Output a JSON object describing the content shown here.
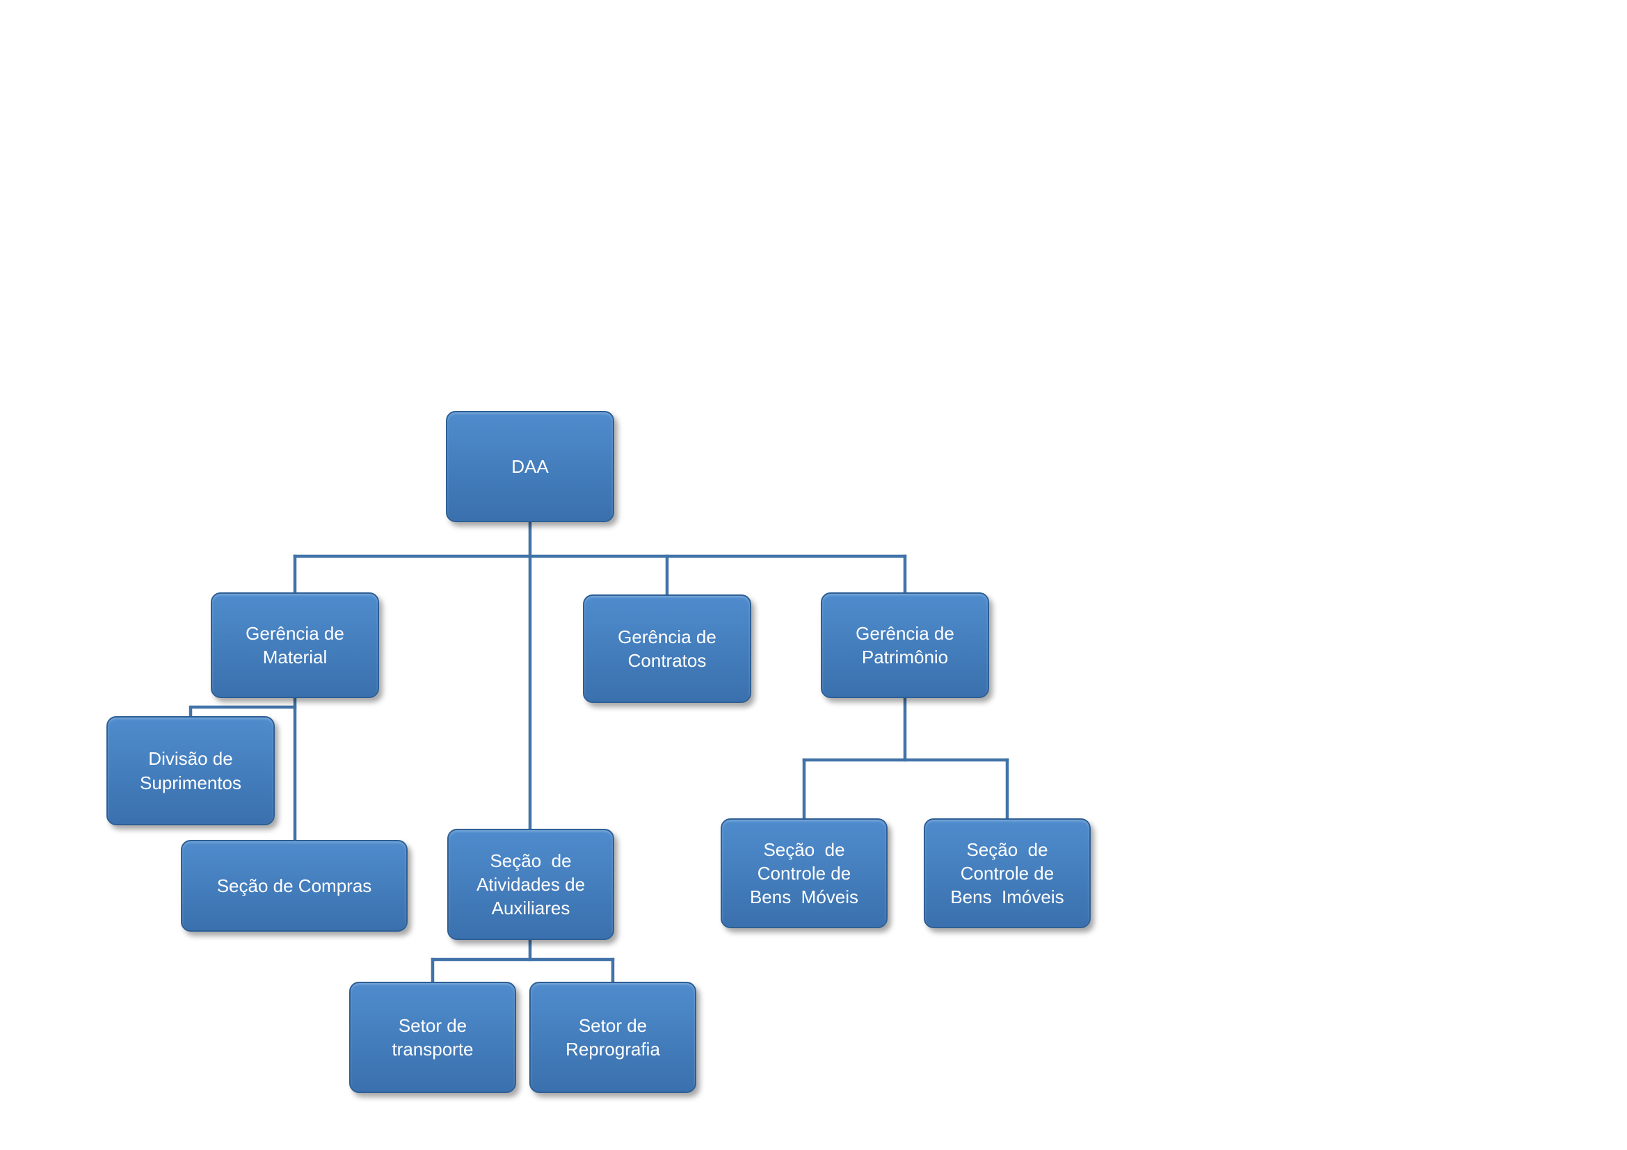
{
  "diagram": {
    "type": "org-chart",
    "nodes": {
      "daa": {
        "label": "DAA"
      },
      "gerencia_material": {
        "label": "Gerência de\nMaterial"
      },
      "gerencia_contratos": {
        "label": "Gerência de\nContratos"
      },
      "gerencia_patrimonio": {
        "label": "Gerência de\nPatrimônio"
      },
      "divisao_suprimentos": {
        "label": "Divisão de\nSuprimentos"
      },
      "secao_compras": {
        "label": "Seção de Compras"
      },
      "secao_atividades": {
        "label": "Seção  de\nAtividades de\nAuxiliares"
      },
      "secao_bens_moveis": {
        "label": "Seção  de\nControle de\nBens  Móveis"
      },
      "secao_bens_imoveis": {
        "label": "Seção  de\nControle de\nBens  Imóveis"
      },
      "setor_transporte": {
        "label": "Setor de\ntransporte"
      },
      "setor_reprografia": {
        "label": "Setor de\nReprografia"
      }
    },
    "edges": [
      {
        "from": "daa",
        "to": "gerencia_material"
      },
      {
        "from": "daa",
        "to": "gerencia_contratos"
      },
      {
        "from": "daa",
        "to": "gerencia_patrimonio"
      },
      {
        "from": "daa",
        "to": "secao_atividades"
      },
      {
        "from": "gerencia_material",
        "to": "divisao_suprimentos"
      },
      {
        "from": "gerencia_material",
        "to": "secao_compras"
      },
      {
        "from": "gerencia_patrimonio",
        "to": "secao_bens_moveis"
      },
      {
        "from": "gerencia_patrimonio",
        "to": "secao_bens_imoveis"
      },
      {
        "from": "secao_atividades",
        "to": "setor_transporte"
      },
      {
        "from": "secao_atividades",
        "to": "setor_reprografia"
      }
    ],
    "colors": {
      "node_fill_top": "#4f8ccd",
      "node_fill_bottom": "#3a70ad",
      "node_border": "#2d5f95",
      "connector": "#4173a8",
      "node_text": "#ffffff",
      "background": "#ffffff"
    }
  }
}
